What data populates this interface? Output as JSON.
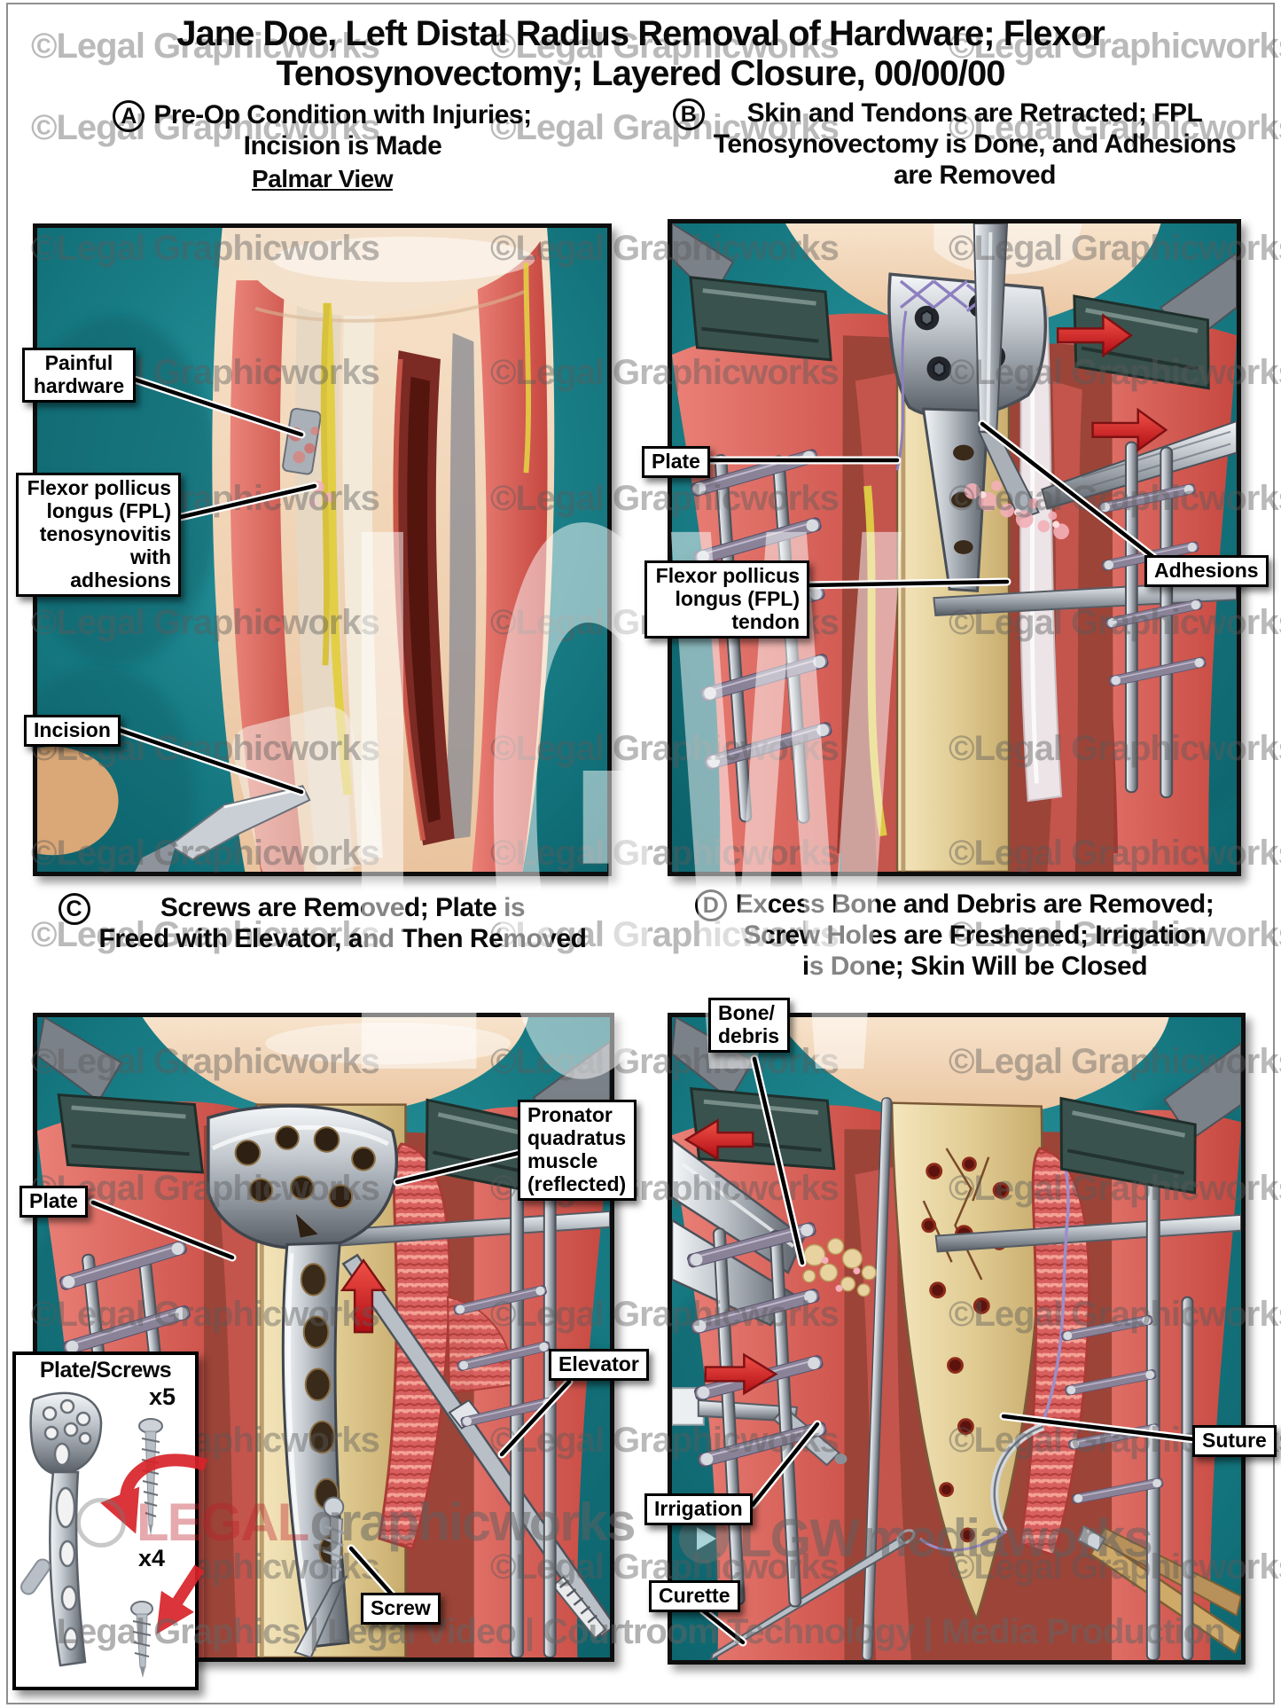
{
  "page": {
    "title": "Jane Doe, Left Distal Radius Removal of Hardware; Flexor\nTenosynovectomy; Layered Closure, 00/00/00"
  },
  "watermarks": {
    "tile_text": "©Legal Graphicworks",
    "big_text": "LGW",
    "legal_logo_bold": "LEGAL",
    "legal_logo_rest": "graphicworks",
    "media_logo_bold": "LGW",
    "media_logo_rest": "mediaworks",
    "footer_text": "Legal Graphics | Legal Video | Courtroom Technology | Media Production"
  },
  "panels": {
    "a": {
      "letter": "A",
      "heading": "Pre-Op Condition with Injuries;\nIncision is Made",
      "subheading": "Palmar View",
      "labels": {
        "painful_hardware": "Painful\nhardware",
        "fpl_tenosynovitis": "Flexor pollicus\nlongus (FPL)\ntenosynovitis\nwith adhesions",
        "incision": "Incision"
      }
    },
    "b": {
      "letter": "B",
      "heading": "Skin and Tendons are Retracted; FPL\nTenosynovectomy is Done, and Adhesions\nare Removed",
      "labels": {
        "plate": "Plate",
        "fpl_tendon": "Flexor pollicus\nlongus (FPL)\ntendon",
        "adhesions": "Adhesions"
      }
    },
    "c": {
      "letter": "C",
      "heading": "Screws are Removed; Plate is\nFreed with Elevator, and Then Removed",
      "labels": {
        "plate": "Plate",
        "pronator": "Pronator\nquadratus\nmuscle\n(reflected)",
        "elevator": "Elevator",
        "screw": "Screw"
      },
      "inset": {
        "title": "Plate/Screws",
        "top_count": "x5",
        "bottom_count": "x4"
      }
    },
    "d": {
      "letter": "D",
      "heading": "Excess Bone and Debris are Removed;\nScrew Holes are Freshened; Irrigation\nis Done; Skin Will be Closed",
      "labels": {
        "bone_debris": "Bone/\ndebris",
        "suture": "Suture",
        "irrigation": "Irrigation",
        "curette": "Curette"
      }
    }
  },
  "colors": {
    "teal_background": "#15858e",
    "arrow_red": "#d8232a",
    "label_border": "#000000",
    "suture_purple": "#8d7fc0",
    "bone_tan": "#e0cb92"
  }
}
